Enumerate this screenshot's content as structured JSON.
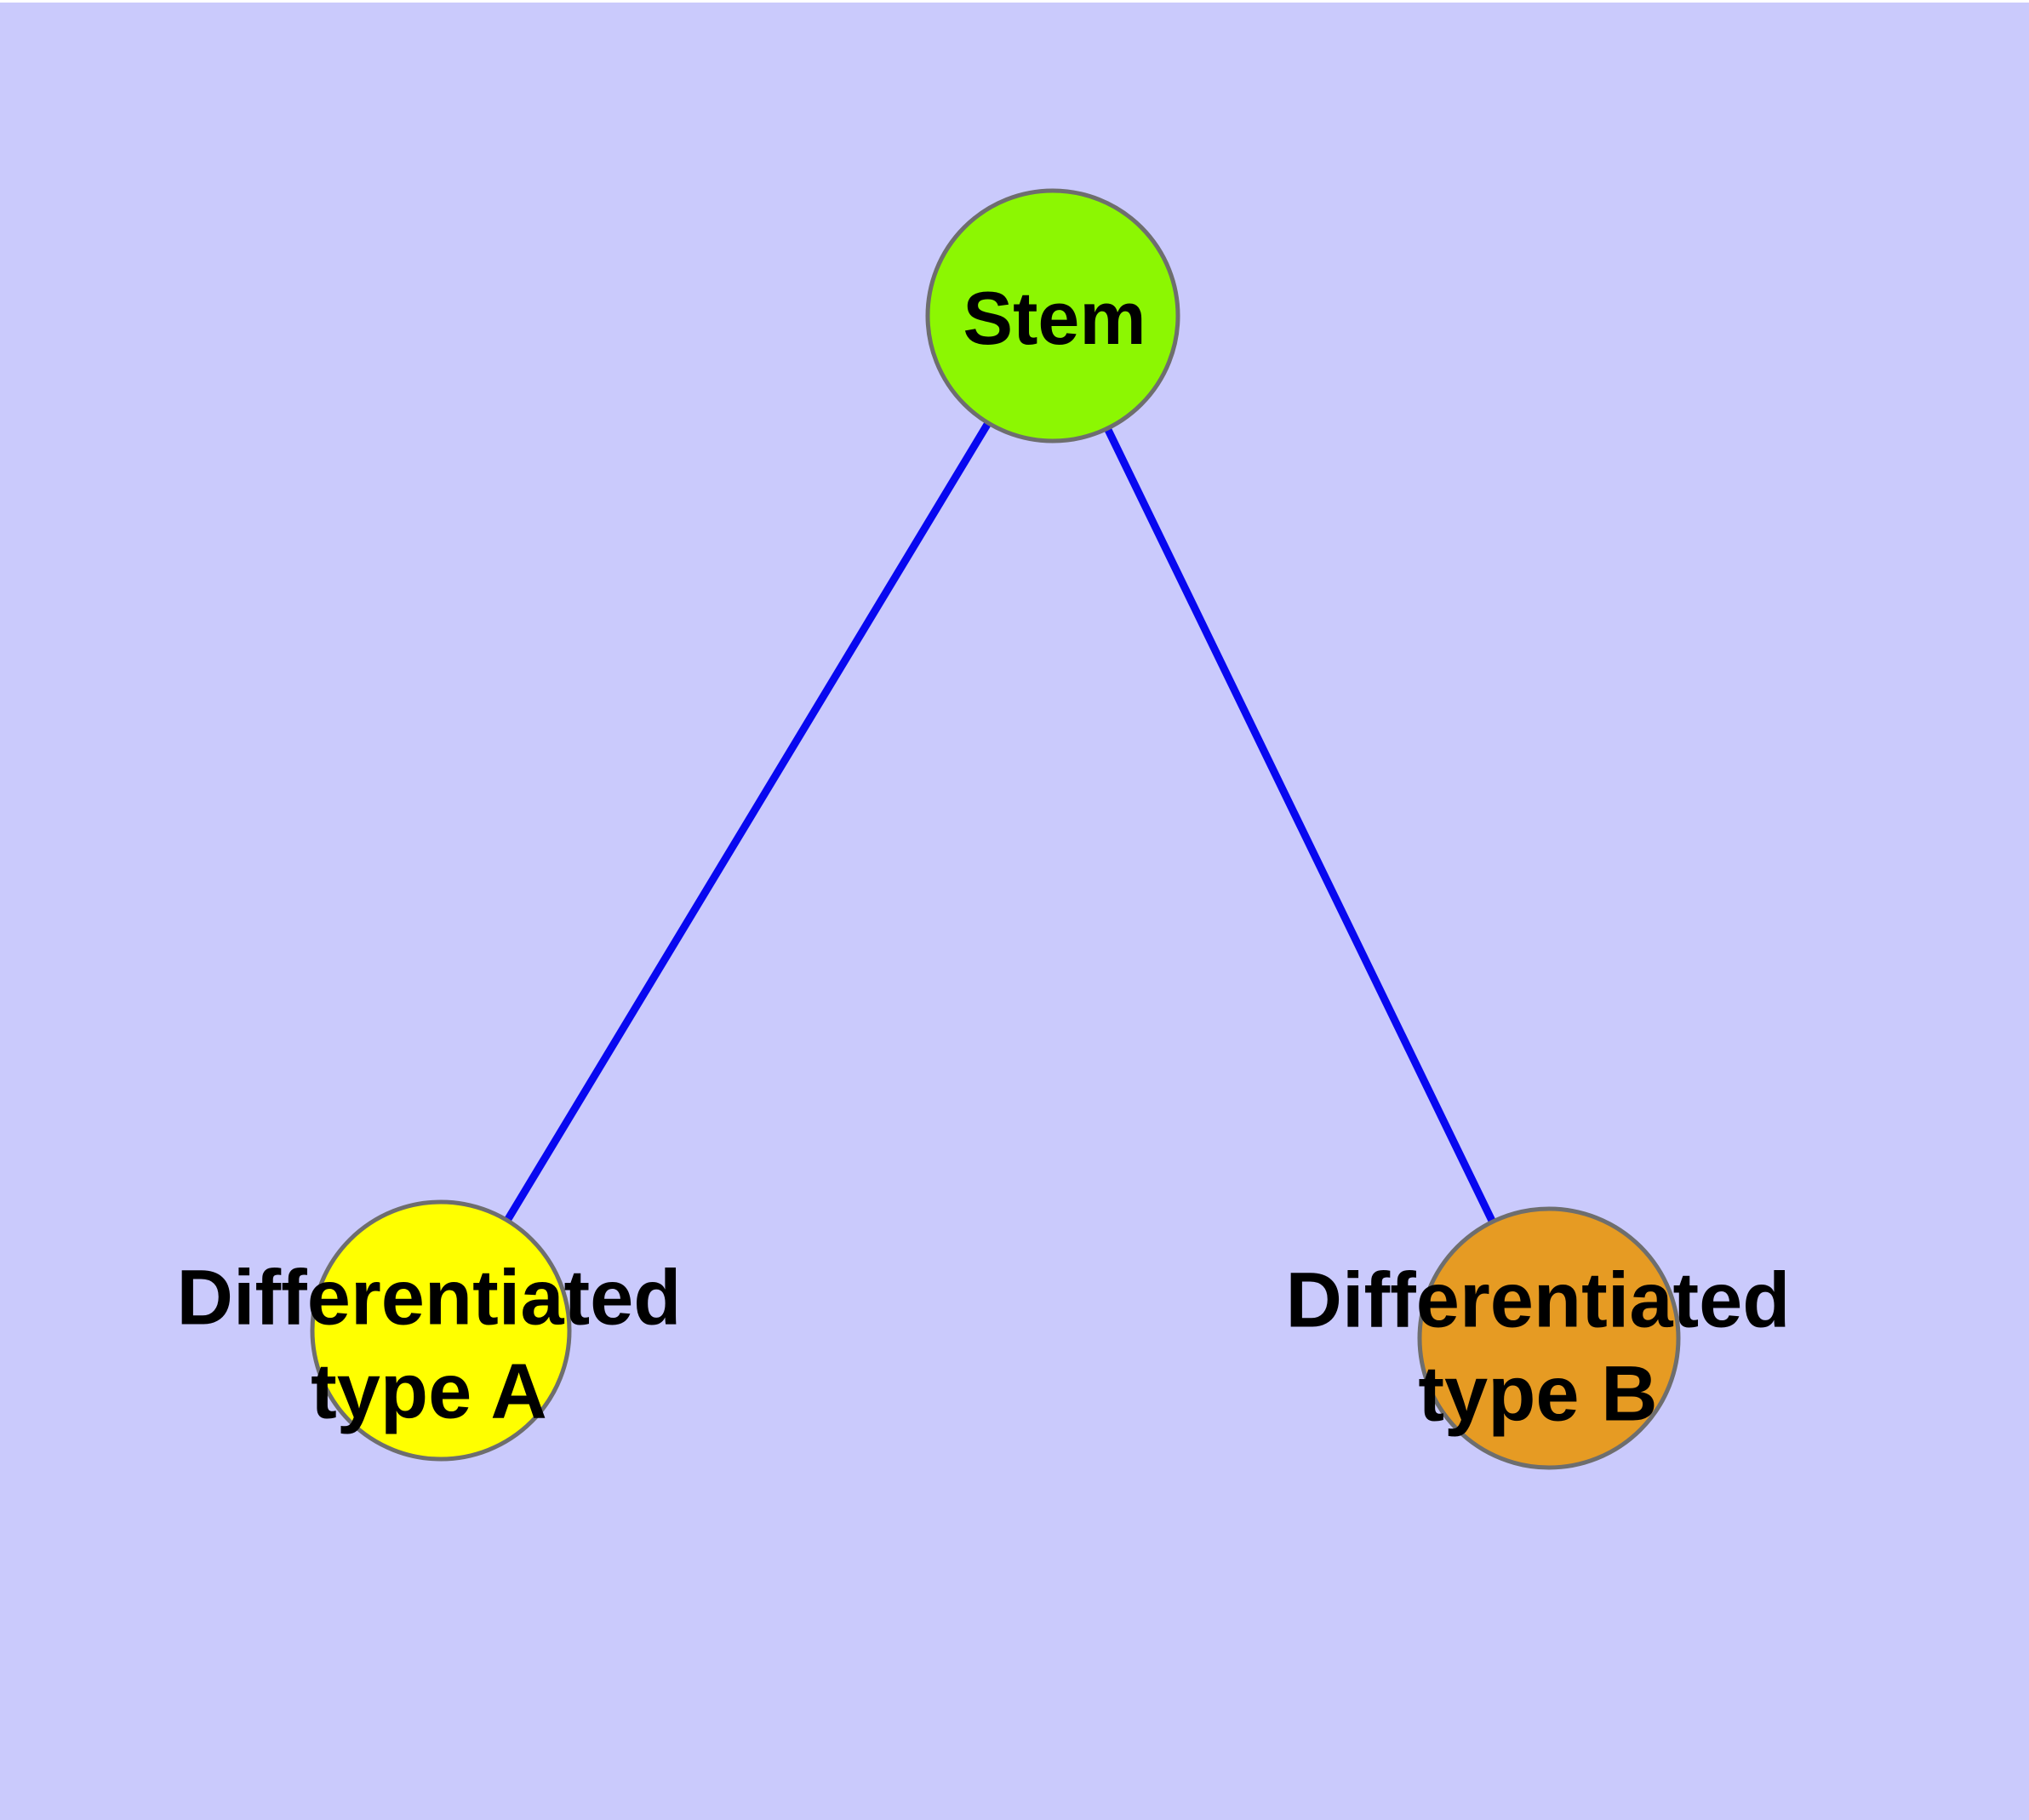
{
  "diagram": {
    "type": "graph",
    "background_color": "#CACAFC",
    "edge_color": "#0808F0",
    "node_border_color": "#6E6E6E",
    "text_color": "#000000",
    "nodes": {
      "stem": {
        "label": "Stem",
        "fill": "#8CF702"
      },
      "type_a": {
        "label_line1": "Differentiated",
        "label_line2": "type A",
        "fill": "#FFFF00"
      },
      "type_b": {
        "label_line1": "Differentiated",
        "label_line2": "type B",
        "fill": "#E69B23"
      }
    },
    "edges": [
      {
        "from": "Stem",
        "to": "Differentiated type A"
      },
      {
        "from": "Stem",
        "to": "Differentiated type B"
      }
    ]
  }
}
